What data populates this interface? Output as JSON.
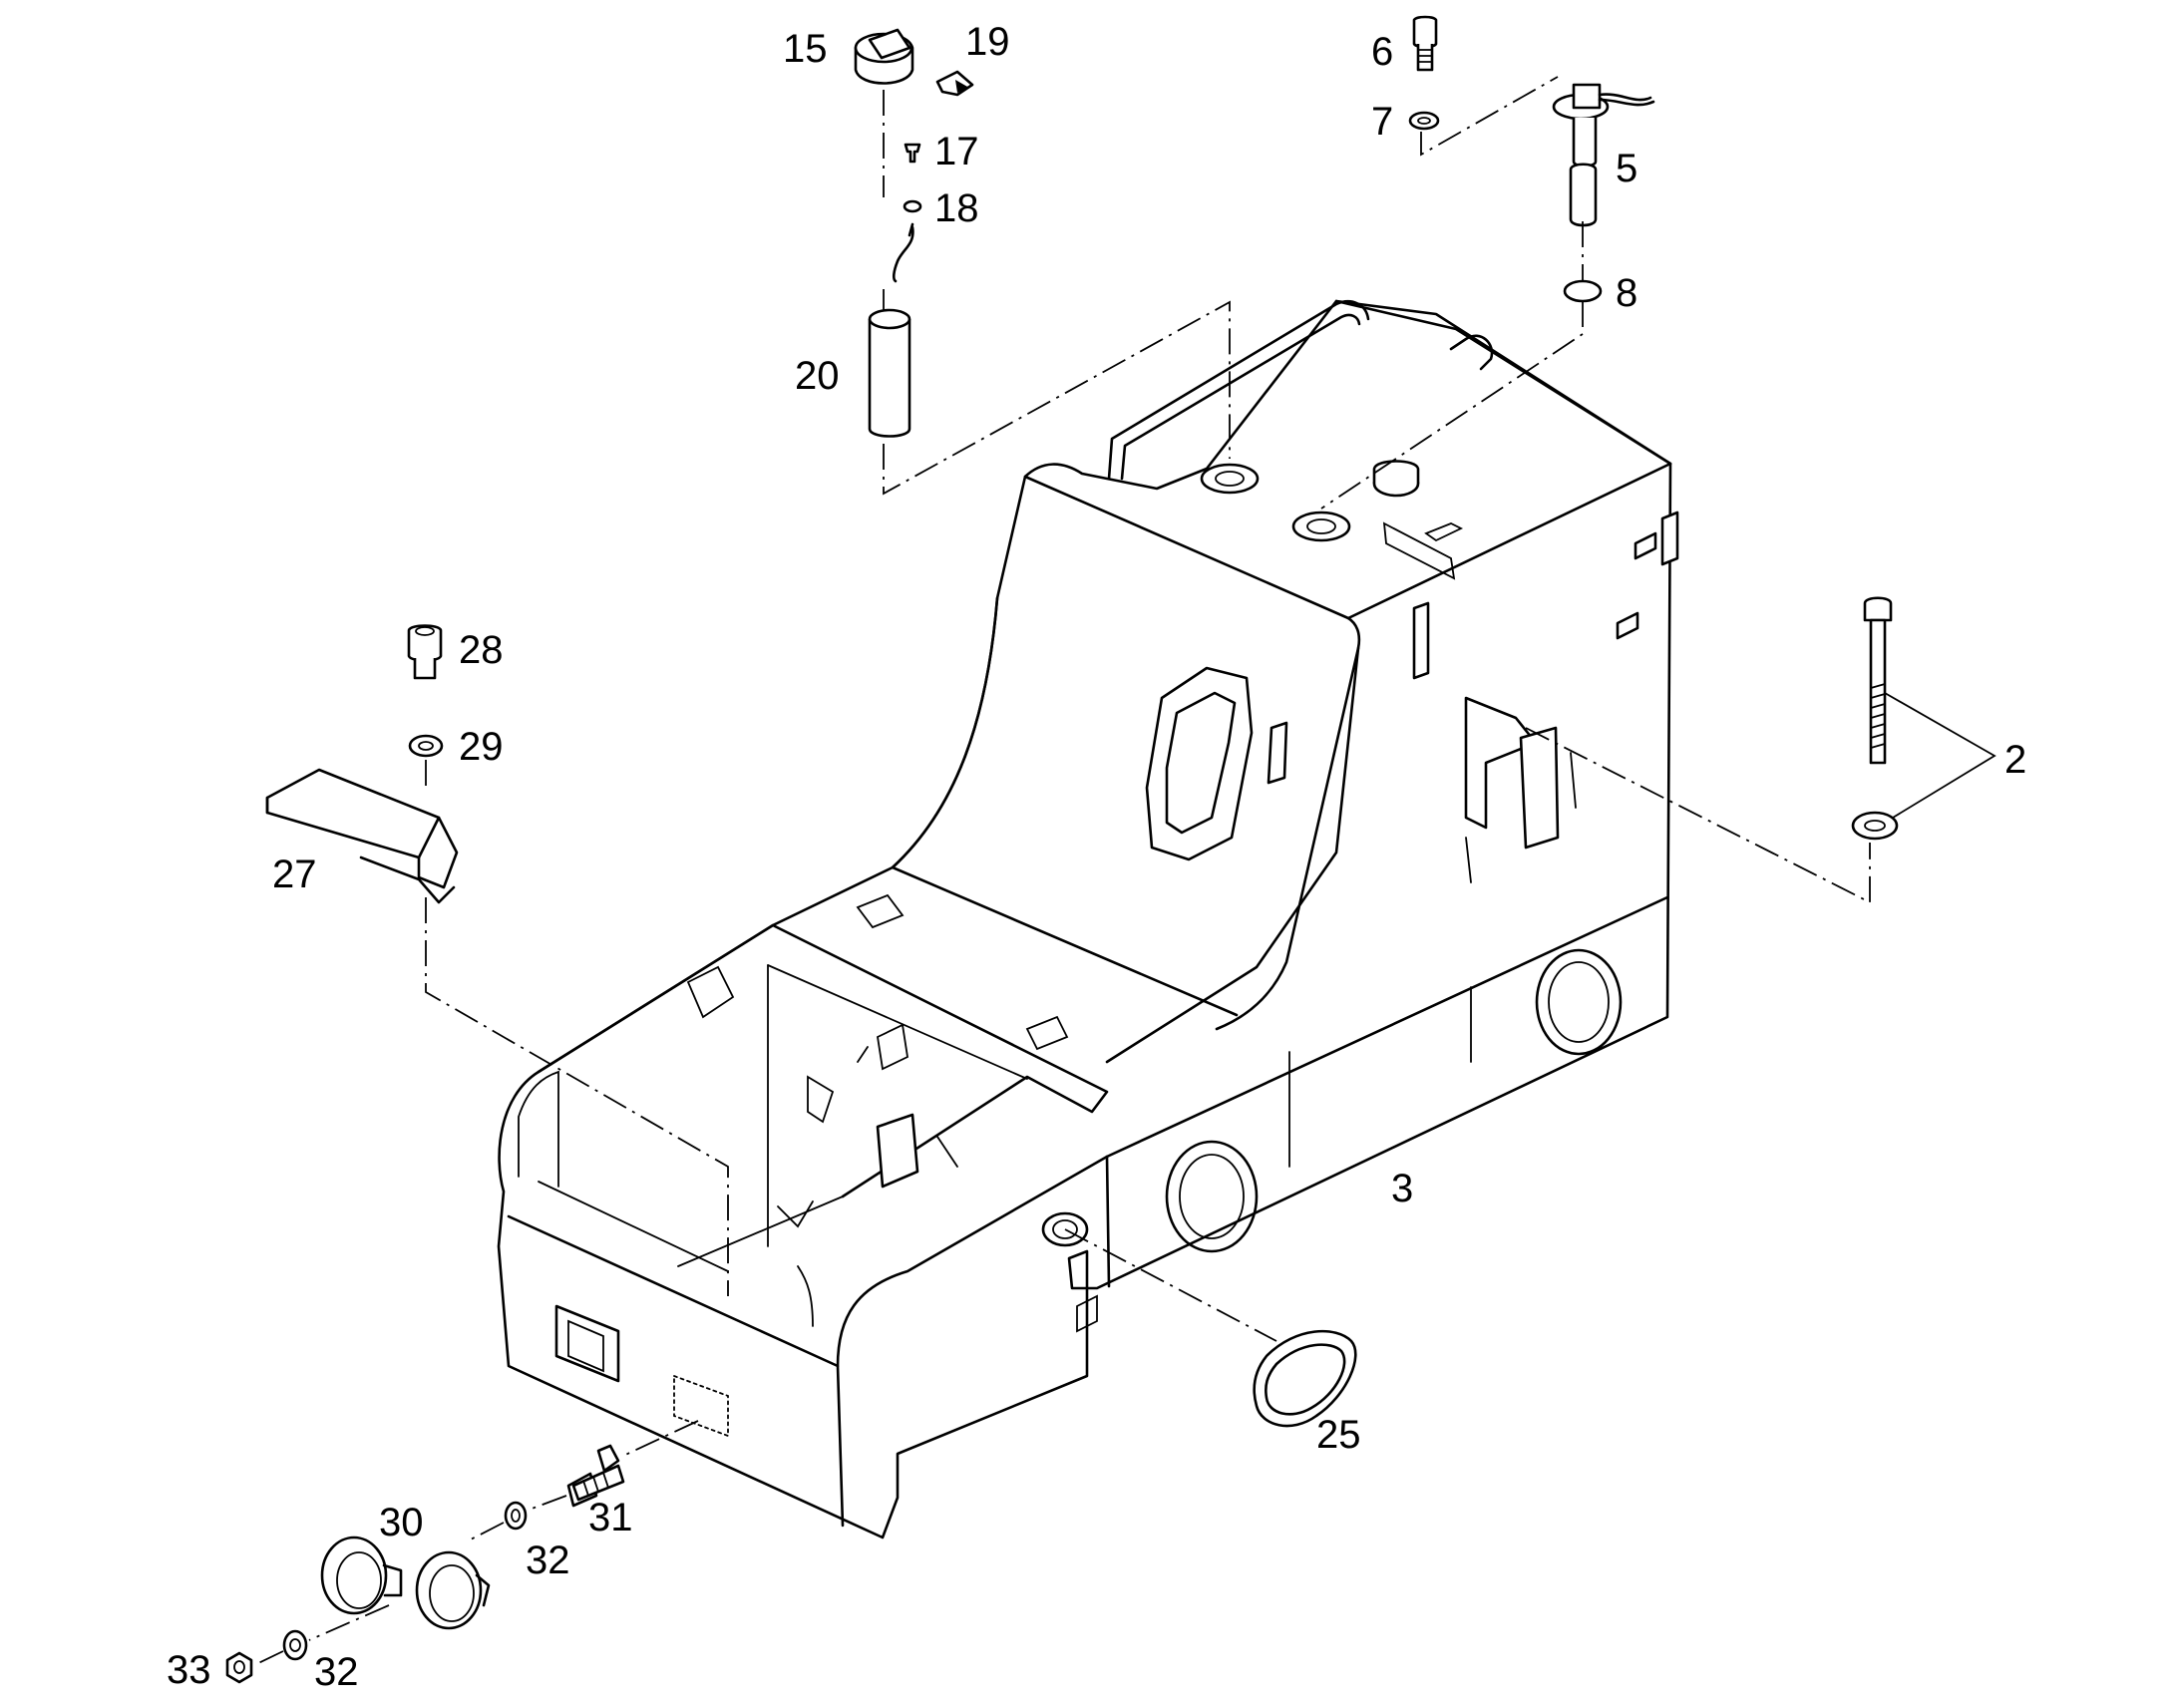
{
  "callouts": [
    {
      "id": "2",
      "text": "2"
    },
    {
      "id": "3",
      "text": "3"
    },
    {
      "id": "5",
      "text": "5"
    },
    {
      "id": "6",
      "text": "6"
    },
    {
      "id": "7",
      "text": "7"
    },
    {
      "id": "8",
      "text": "8"
    },
    {
      "id": "15",
      "text": "15"
    },
    {
      "id": "17",
      "text": "17"
    },
    {
      "id": "18",
      "text": "18"
    },
    {
      "id": "19",
      "text": "19"
    },
    {
      "id": "20",
      "text": "20"
    },
    {
      "id": "25",
      "text": "25"
    },
    {
      "id": "27",
      "text": "27"
    },
    {
      "id": "28",
      "text": "28"
    },
    {
      "id": "29",
      "text": "29"
    },
    {
      "id": "30",
      "text": "30"
    },
    {
      "id": "31",
      "text": "31"
    },
    {
      "id": "32a",
      "text": "32"
    },
    {
      "id": "32b",
      "text": "32"
    },
    {
      "id": "33",
      "text": "33"
    }
  ]
}
